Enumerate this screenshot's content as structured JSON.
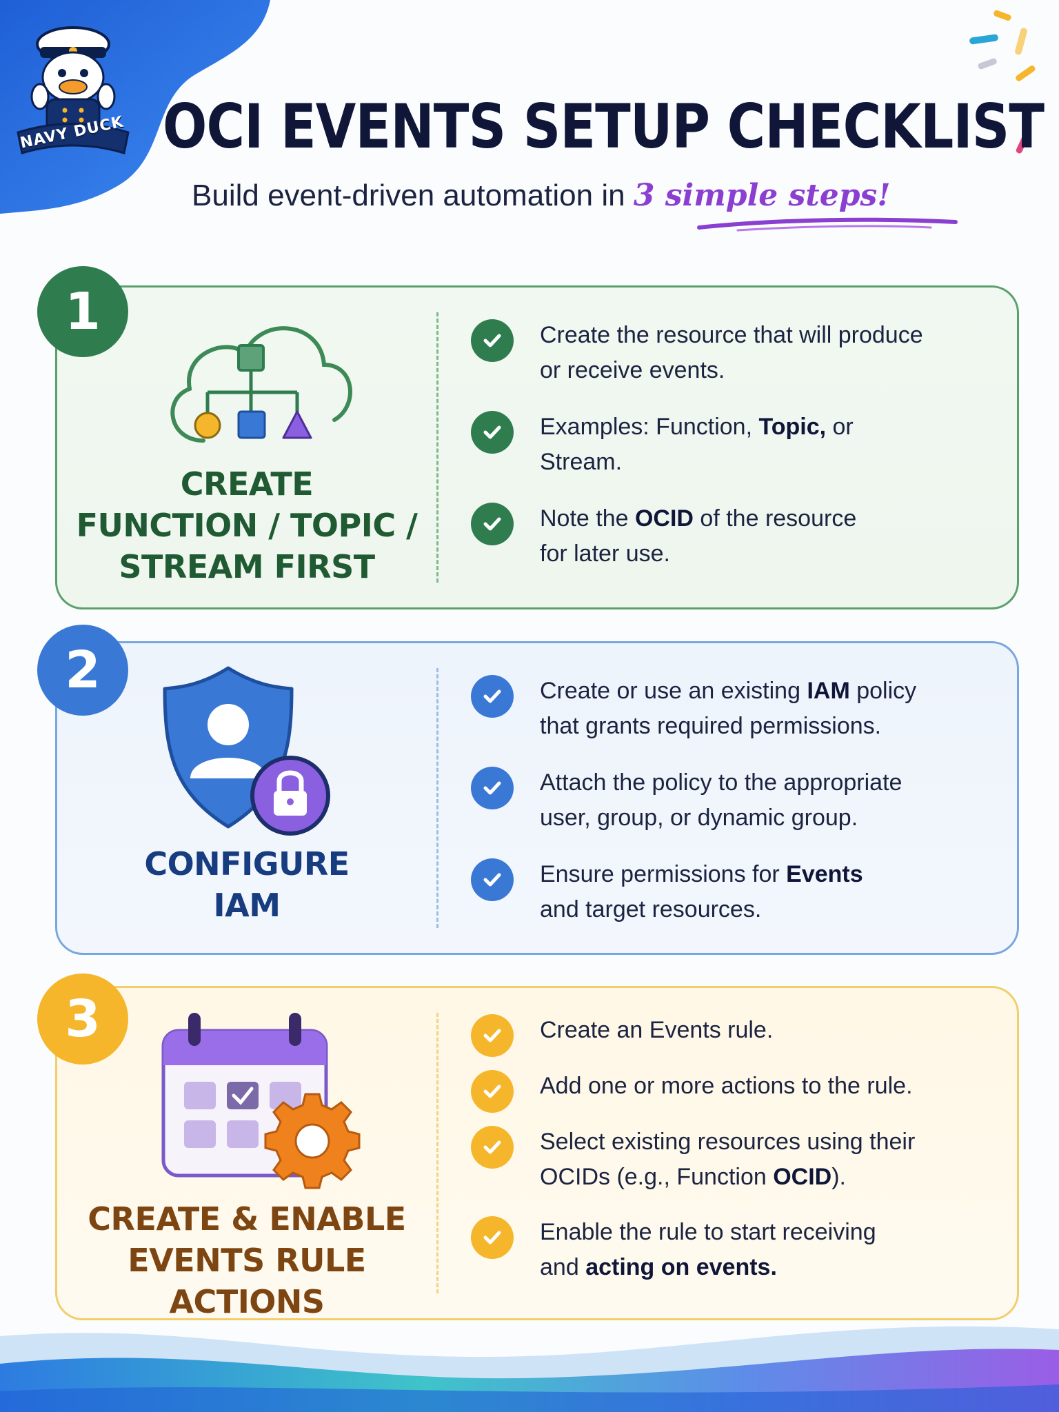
{
  "header": {
    "badge_text": "NAVY DUCK",
    "title": "OCI EVENTS SETUP CHECKLIST",
    "subtitle_prefix": "Build event-driven automation in ",
    "subtitle_accent": "3 simple steps!"
  },
  "colors": {
    "step1": "#2f7d4e",
    "step2": "#3a78d6",
    "step3": "#f5b62b",
    "accent": "#8a3fd1"
  },
  "steps": [
    {
      "number": "1",
      "icon": "cloud-hierarchy-icon",
      "title_lines": [
        "CREATE",
        "FUNCTION / TOPIC /",
        "STREAM FIRST"
      ],
      "items": [
        {
          "line1": "Create the resource that will produce",
          "line2": "or receive events."
        },
        {
          "pre": "Examples: Function, ",
          "bold": "Topic,",
          "post": " or",
          "line2": "Stream."
        },
        {
          "pre": "Note the ",
          "bold": "OCID",
          "post": " of the resource",
          "line2": "for later use."
        }
      ]
    },
    {
      "number": "2",
      "icon": "shield-user-lock-icon",
      "title_lines": [
        "CONFIGURE",
        "IAM"
      ],
      "items": [
        {
          "pre": "Create or use an existing ",
          "bold": "IAM",
          "post": " policy",
          "line2": "that grants required permissions."
        },
        {
          "line1": "Attach the policy to the appropriate",
          "line2": "user, group, or dynamic group."
        },
        {
          "pre": "Ensure permissions for ",
          "bold": "Events",
          "line2": "and target resources."
        }
      ]
    },
    {
      "number": "3",
      "icon": "calendar-gear-icon",
      "title_lines": [
        "CREATE & ENABLE",
        "EVENTS RULE ACTIONS"
      ],
      "items": [
        {
          "line1": "Create an Events rule."
        },
        {
          "line1": "Add one or more actions to the rule."
        },
        {
          "line1": "Select existing resources using their",
          "l2_pre": "OCIDs (e.g., Function ",
          "l2_bold": "OCID",
          "l2_post": ")."
        },
        {
          "line1": "Enable the rule to start receiving",
          "l2_pre": "and ",
          "l2_bold": "acting on events."
        }
      ]
    }
  ]
}
